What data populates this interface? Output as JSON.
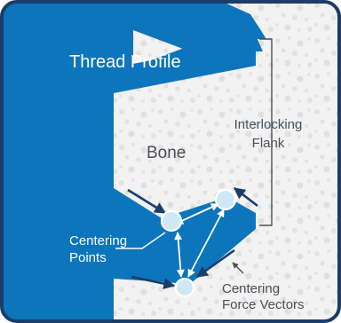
{
  "diagram": {
    "thread_label": "Thread Profile",
    "bone_label": "Bone",
    "flank_label_line1": "Interlocking",
    "flank_label_line2": "Flank",
    "centering_points_line1": "Centering",
    "centering_points_line2": "Points",
    "force_vectors_line1": "Centering",
    "force_vectors_line2": "Force Vectors"
  },
  "colors": {
    "thread_blue": "#0c75bb",
    "bone_bg": "#f2f2f2",
    "bone_speckle": "#e1e1e1",
    "frame_border": "#1a3d6a",
    "text_gray": "#4a4f55",
    "point_fill": "#cfe8f6"
  }
}
